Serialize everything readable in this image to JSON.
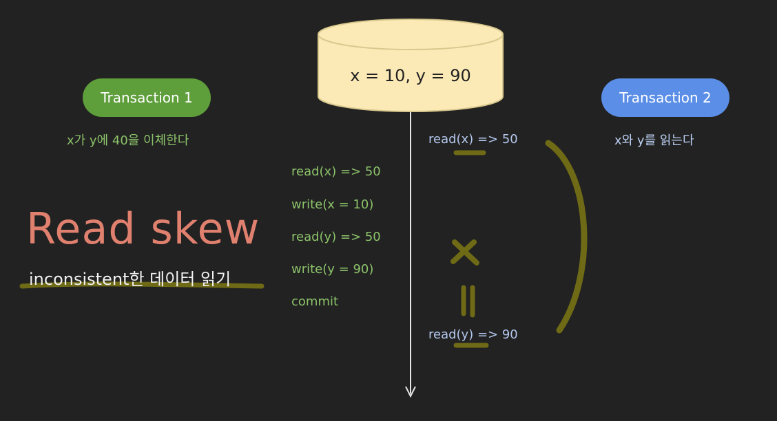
{
  "database": {
    "label": "x = 10, y = 90"
  },
  "transaction1": {
    "label": "Transaction 1",
    "caption": "x가 y에 40을 이체한다",
    "operations": [
      "read(x) => 50",
      "write(x = 10)",
      "read(y) => 50",
      "write(y = 90)",
      "commit"
    ]
  },
  "transaction2": {
    "label": "Transaction 2",
    "caption": "x와 y를 읽는다",
    "operations": [
      "read(x) => 50",
      "read(y) => 90"
    ]
  },
  "title": "Read skew",
  "subtitle": "inconsistent한 데이터 읽기",
  "colors": {
    "background": "#222222",
    "transaction1": "#5e9e3b",
    "transaction2": "#5b8ee6",
    "database_fill": "#fbe9b6",
    "title": "#e0806e",
    "annotation": "#6f6a16"
  }
}
